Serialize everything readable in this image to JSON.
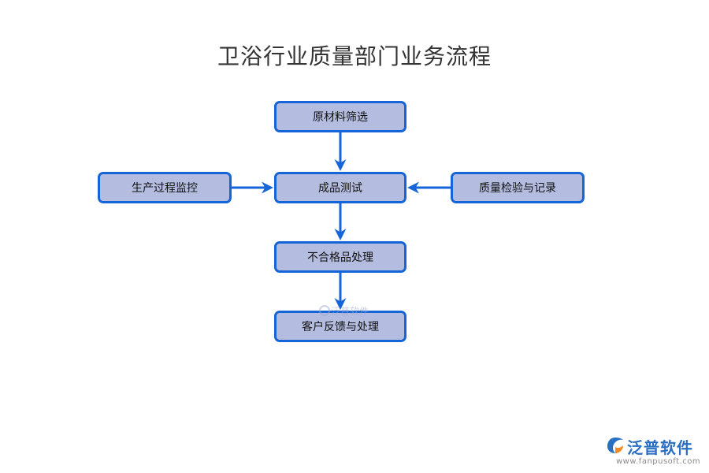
{
  "title": "卫浴行业质量部门业务流程",
  "nodes": {
    "raw_material": "原材料筛选",
    "process_monitor": "生产过程监控",
    "product_test": "成品测试",
    "quality_record": "质量检验与记录",
    "nonconforming": "不合格品处理",
    "customer_feedback": "客户反馈与处理"
  },
  "watermark": "泛普软件",
  "logo": {
    "name": "泛普软件",
    "url": "www.fanpusoft.com"
  },
  "colors": {
    "node_fill": "#b4bde0",
    "node_border": "#1565d8",
    "arrow": "#1565d8",
    "brand": "#2b6fc2"
  }
}
